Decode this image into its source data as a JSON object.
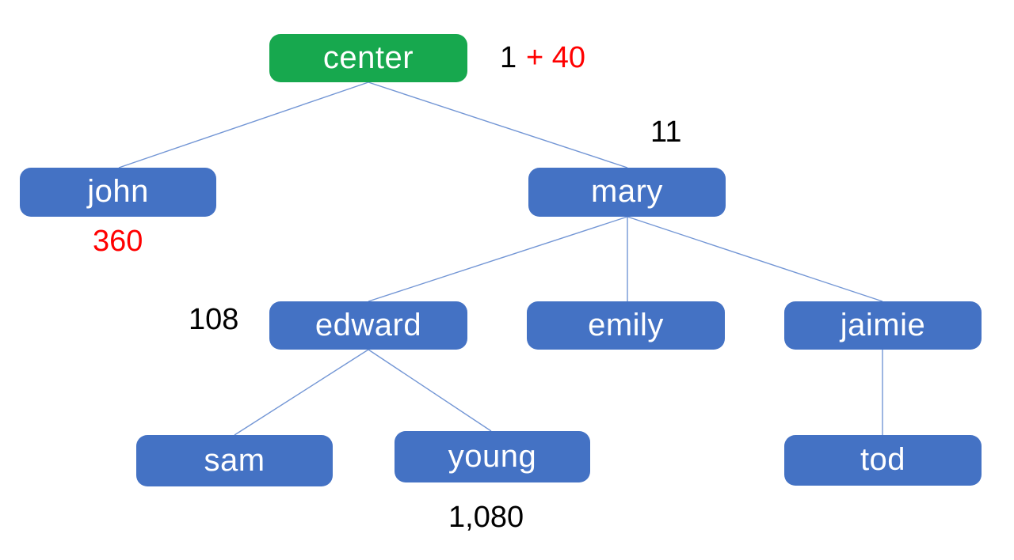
{
  "colors": {
    "background": "#ffffff",
    "node_fill_blue": "#4472c4",
    "node_fill_green": "#17a84e",
    "node_text": "#ffffff",
    "edge_line": "#7396d5",
    "annotation_red": "#ff0000",
    "annotation_black": "#000000"
  },
  "nodes": [
    {
      "id": "center",
      "label": "center",
      "variant": "green"
    },
    {
      "id": "john",
      "label": "john",
      "variant": "blue"
    },
    {
      "id": "mary",
      "label": "mary",
      "variant": "blue"
    },
    {
      "id": "edward",
      "label": "edward",
      "variant": "blue"
    },
    {
      "id": "emily",
      "label": "emily",
      "variant": "blue"
    },
    {
      "id": "jaimie",
      "label": "jaimie",
      "variant": "blue"
    },
    {
      "id": "sam",
      "label": "sam",
      "variant": "blue"
    },
    {
      "id": "young",
      "label": "young",
      "variant": "blue"
    },
    {
      "id": "tod",
      "label": "tod",
      "variant": "blue"
    }
  ],
  "tree": {
    "root": "center",
    "edges": [
      {
        "from": "center",
        "to": "john"
      },
      {
        "from": "center",
        "to": "mary"
      },
      {
        "from": "mary",
        "to": "edward"
      },
      {
        "from": "mary",
        "to": "emily"
      },
      {
        "from": "mary",
        "to": "jaimie"
      },
      {
        "from": "edward",
        "to": "sam"
      },
      {
        "from": "edward",
        "to": "young"
      },
      {
        "from": "jaimie",
        "to": "tod"
      }
    ]
  },
  "annotations": [
    {
      "text": "1",
      "color": "black",
      "near": "center"
    },
    {
      "text": "+ 40",
      "color": "red",
      "near": "center"
    },
    {
      "text": "11",
      "color": "black",
      "near": "mary"
    },
    {
      "text": "360",
      "color": "red",
      "near": "john"
    },
    {
      "text": "108",
      "color": "black",
      "near": "edward"
    },
    {
      "text": "1,080",
      "color": "black",
      "near": "young"
    }
  ]
}
